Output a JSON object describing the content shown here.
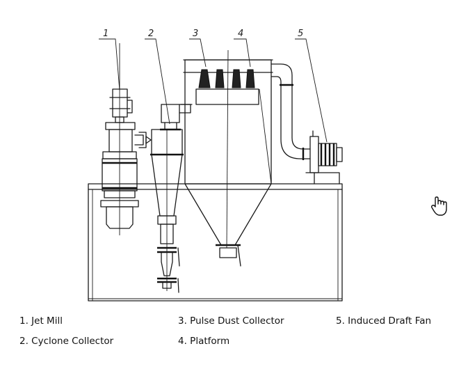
{
  "callouts": [
    "1",
    "2",
    "3",
    "4",
    "5"
  ],
  "legend": [
    "1. Jet Mill",
    "2. Cyclone Collector",
    "3. Pulse Dust Collector",
    "4. Platform",
    "5. Induced Draft Fan"
  ],
  "cursor_icon": "hand-pointer-icon"
}
